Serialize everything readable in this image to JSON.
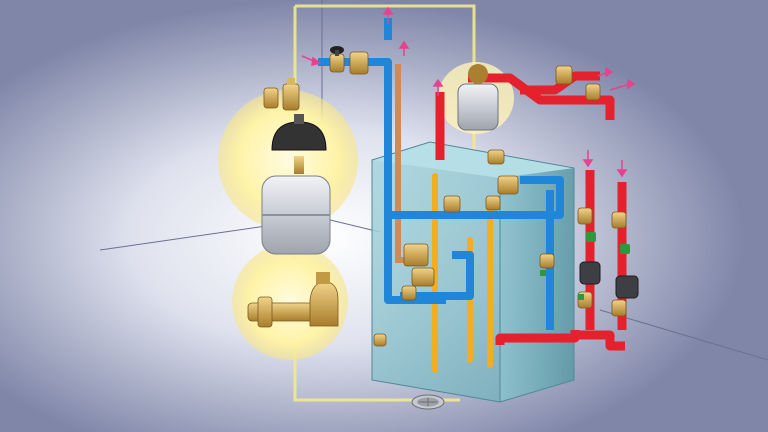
{
  "illustration": {
    "subject": "boiler-near-boiler-piping",
    "components": [
      "boiler-cabinet",
      "expansion-tank",
      "air-vent",
      "pressure-reducing-fill-valve",
      "circulator-pump",
      "zone-valve",
      "floor-drain"
    ]
  },
  "colors": {
    "wall": "#7f86a8",
    "cold_water_pipe": "#1f86d9",
    "hot_water_pipe": "#e4212c",
    "gas_pipe": "#f2ad22",
    "copper_pipe": "#d08a55",
    "brass_fitting": "#c9a24a",
    "boiler_cabinet": "#8fc3cf",
    "expansion_tank": "#d4d7dd",
    "highlight_glow": "#fff6b0",
    "flow_arrow": "#e6438f"
  }
}
